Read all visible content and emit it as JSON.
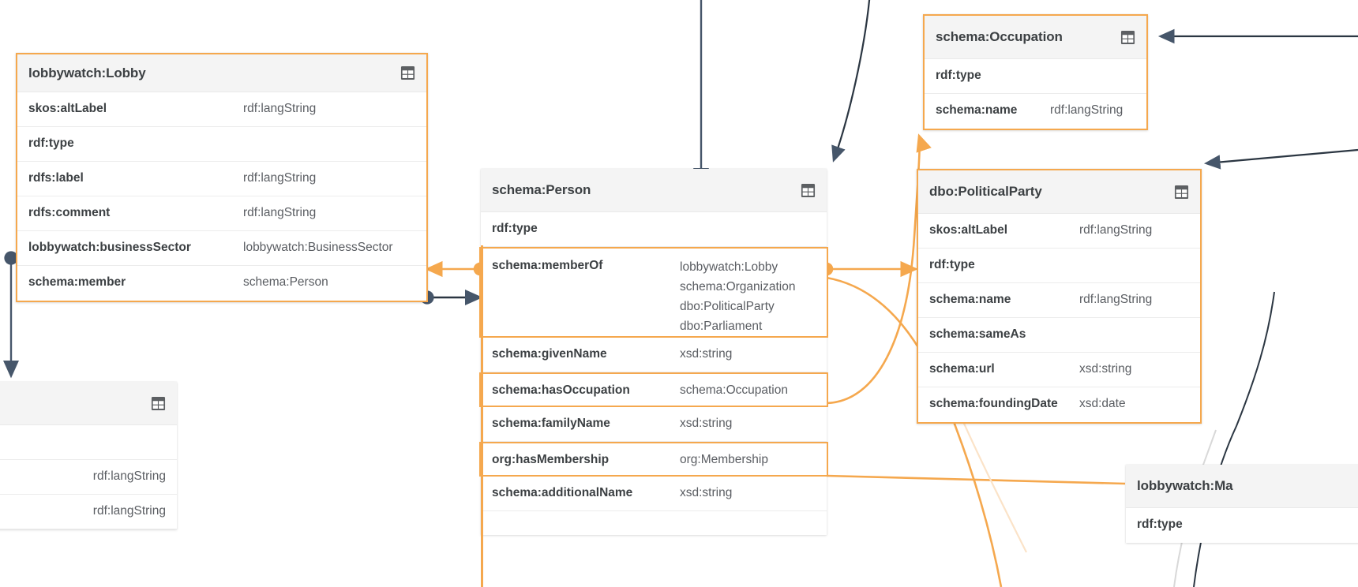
{
  "diagram": {
    "type": "ontology-schema-graph",
    "accent_color": "#f5a84e",
    "edge_color_dark": "#2f3e4e",
    "card_header_bg": "#f4f4f4",
    "grid_icon_name": "table-grid-icon"
  },
  "cards": [
    {
      "id": "lobby",
      "title": "lobbywatch:Lobby",
      "icon": "table-grid-icon",
      "selected": true,
      "rows": [
        {
          "key": "skos:altLabel",
          "value": "rdf:langString",
          "highlight": false
        },
        {
          "key": "rdf:type",
          "value": "",
          "highlight": false
        },
        {
          "key": "rdfs:label",
          "value": "rdf:langString",
          "highlight": false
        },
        {
          "key": "rdfs:comment",
          "value": "rdf:langString",
          "highlight": false
        },
        {
          "key": "lobbywatch:businessSector",
          "value": "lobbywatch:BusinessSector",
          "highlight": false
        },
        {
          "key": "schema:member",
          "value": "schema:Person",
          "highlight": false
        }
      ]
    },
    {
      "id": "person",
      "title": "schema:Person",
      "icon": "table-grid-icon",
      "selected": false,
      "rows": [
        {
          "key": "rdf:type",
          "value": "",
          "highlight": false
        },
        {
          "key": "schema:memberOf",
          "values": [
            "lobbywatch:Lobby",
            "schema:Organization",
            "dbo:PoliticalParty",
            "dbo:Parliament"
          ],
          "highlight": true
        },
        {
          "key": "schema:givenName",
          "value": "xsd:string",
          "highlight": false
        },
        {
          "key": "schema:hasOccupation",
          "value": "schema:Occupation",
          "highlight": true
        },
        {
          "key": "schema:familyName",
          "value": "xsd:string",
          "highlight": false
        },
        {
          "key": "org:hasMembership",
          "value": "org:Membership",
          "highlight": true
        },
        {
          "key": "schema:additionalName",
          "value": "xsd:string",
          "highlight": false
        }
      ]
    },
    {
      "id": "occupation",
      "title": "schema:Occupation",
      "icon": "table-grid-icon",
      "selected": true,
      "rows": [
        {
          "key": "rdf:type",
          "value": "",
          "highlight": false
        },
        {
          "key": "schema:name",
          "value": "rdf:langString",
          "highlight": false
        }
      ]
    },
    {
      "id": "party",
      "title": "dbo:PoliticalParty",
      "icon": "table-grid-icon",
      "selected": true,
      "rows": [
        {
          "key": "skos:altLabel",
          "value": "rdf:langString",
          "highlight": false
        },
        {
          "key": "rdf:type",
          "value": "",
          "highlight": false
        },
        {
          "key": "schema:name",
          "value": "rdf:langString",
          "highlight": false
        },
        {
          "key": "schema:sameAs",
          "value": "",
          "highlight": false
        },
        {
          "key": "schema:url",
          "value": "xsd:string",
          "highlight": false
        },
        {
          "key": "schema:foundingDate",
          "value": "xsd:date",
          "highlight": false
        }
      ]
    },
    {
      "id": "mandate",
      "title": "lobbywatch:Ma",
      "icon": "table-grid-icon",
      "selected": false,
      "rows": [
        {
          "key": "rdf:type",
          "value": "",
          "highlight": false
        }
      ]
    },
    {
      "id": "partial-left",
      "title": "",
      "icon": "table-grid-icon",
      "selected": false,
      "rows": [
        {
          "key": "",
          "value": "",
          "highlight": false
        },
        {
          "key": "",
          "value": "rdf:langString",
          "highlight": false
        },
        {
          "key": "",
          "value": "rdf:langString",
          "highlight": false
        }
      ]
    }
  ]
}
